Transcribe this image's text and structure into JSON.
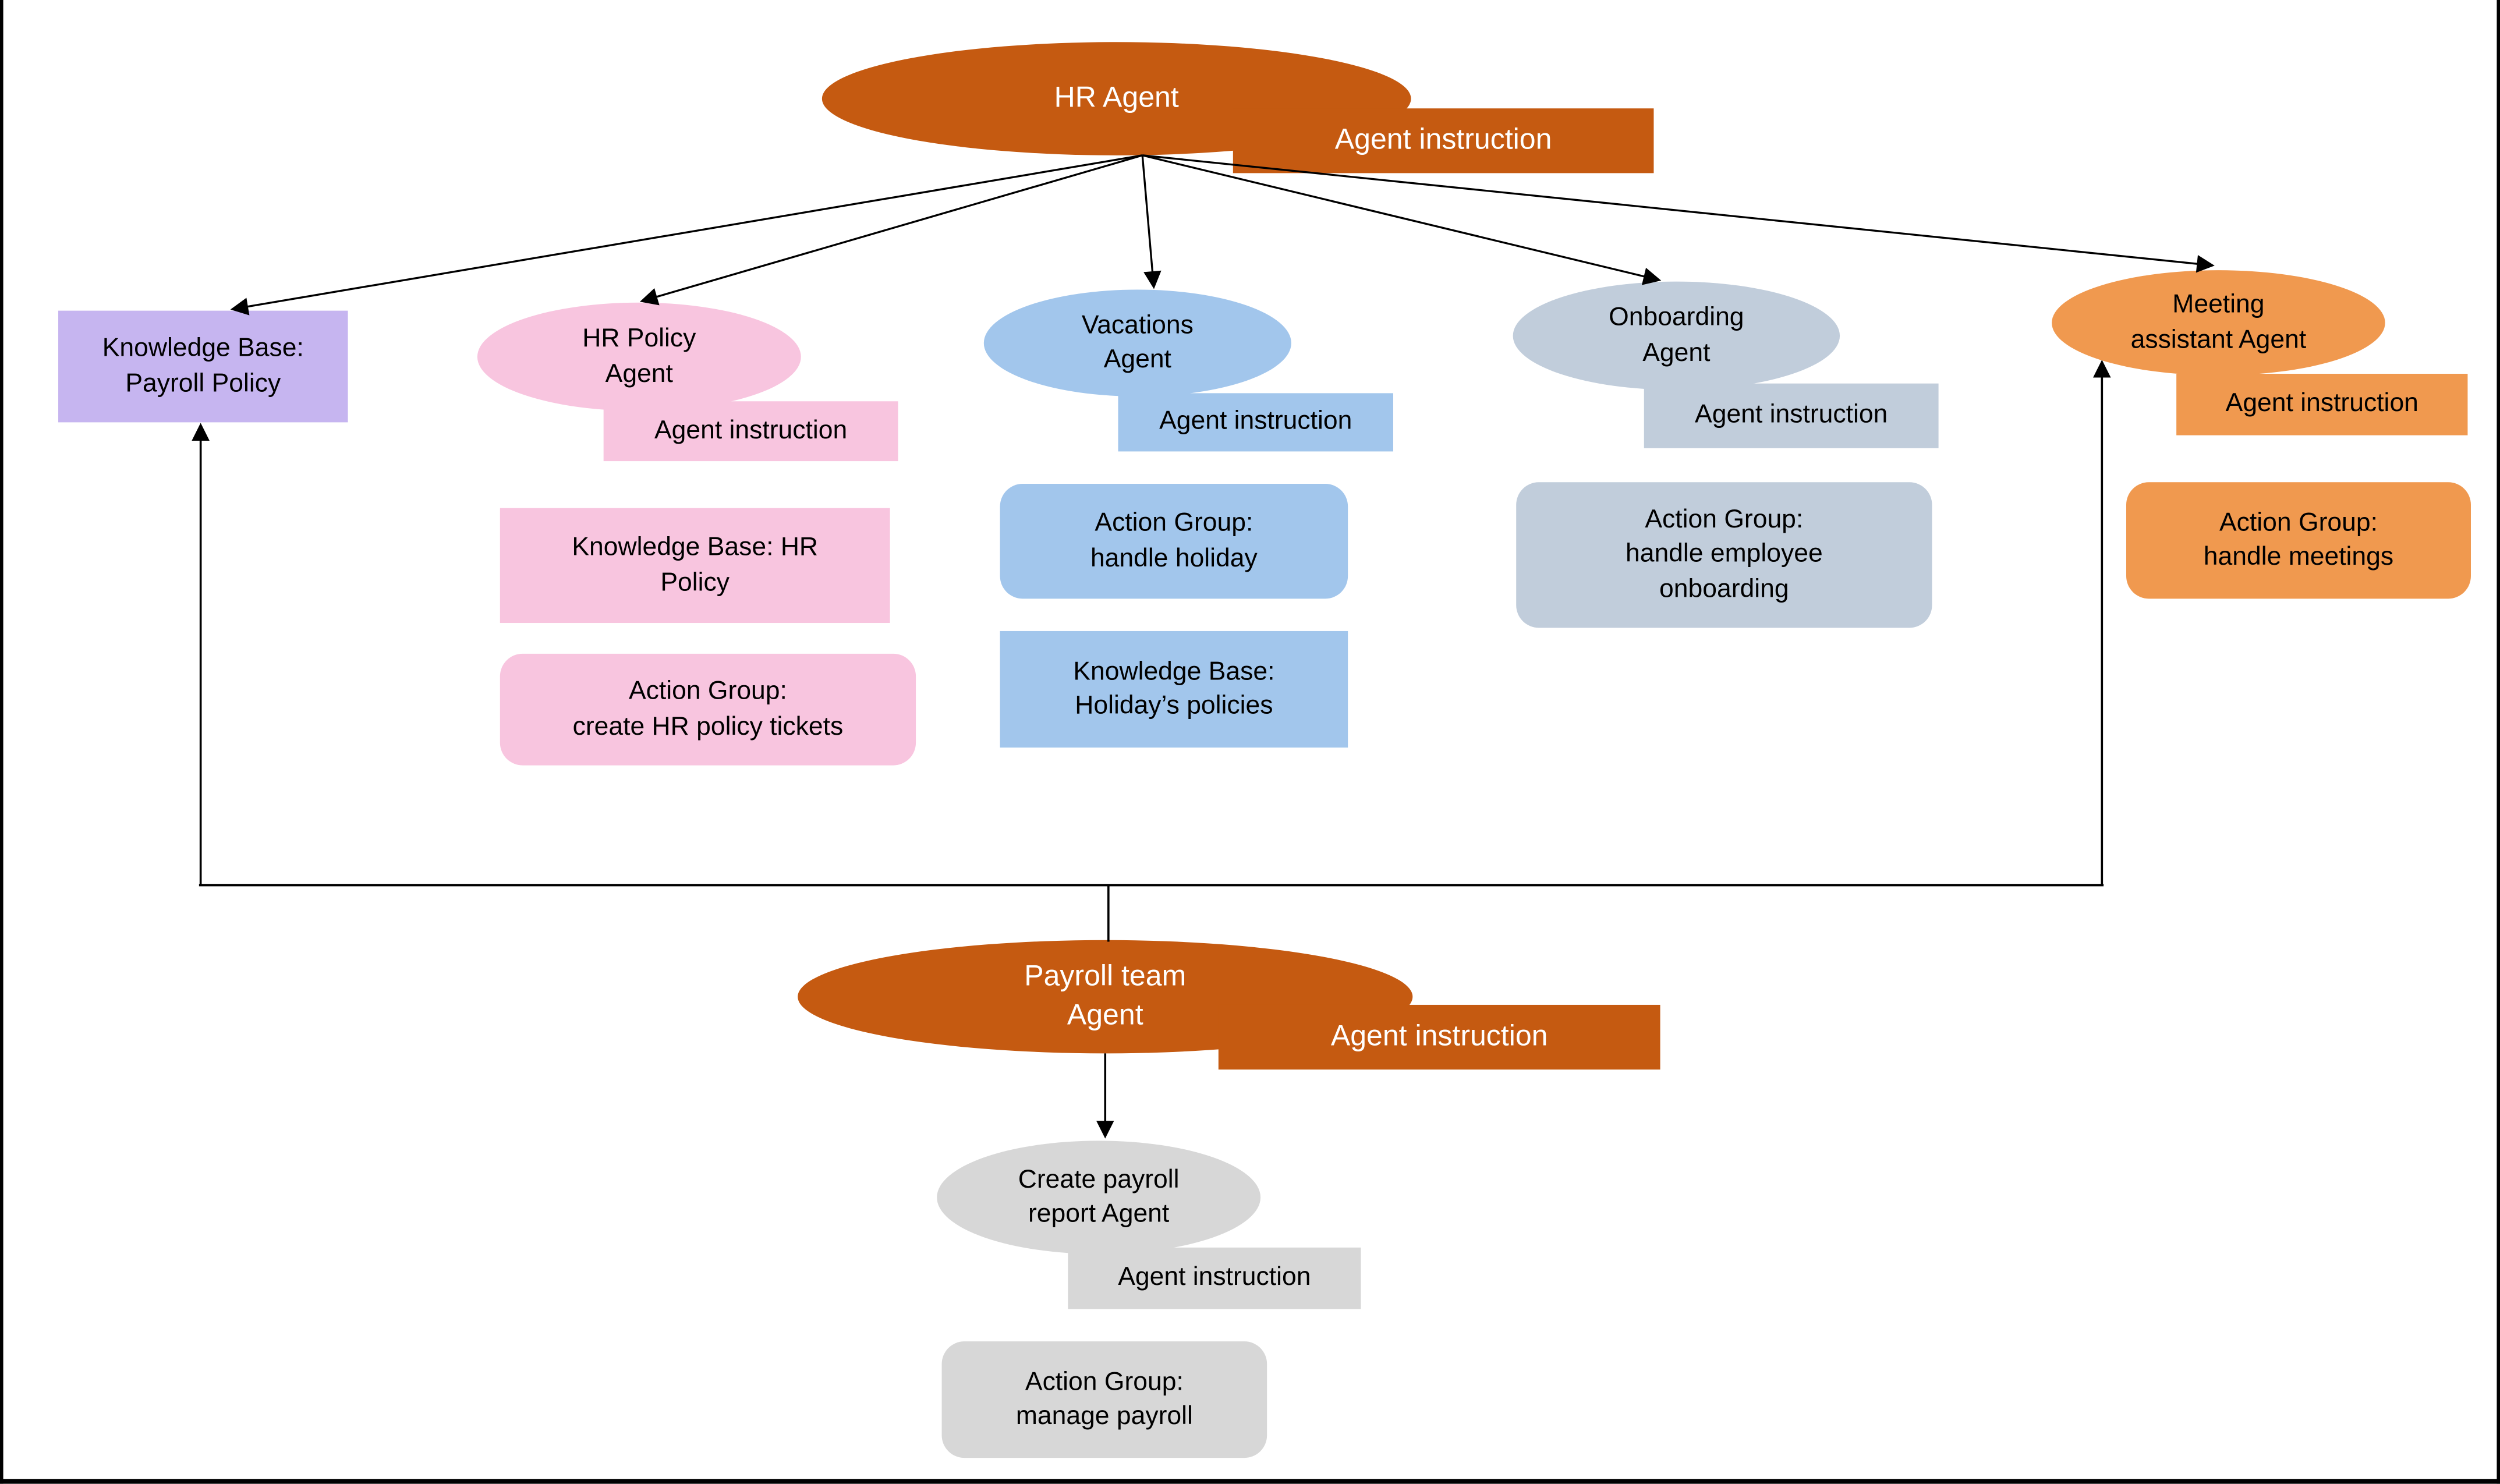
{
  "colors": {
    "dark_orange": "#C55A11",
    "light_orange": "#F0994F",
    "pink": "#F8C5DF",
    "purple": "#C6B5F0",
    "blue": "#A2C6EC",
    "blue_gray": "#C1CDDB",
    "gray": "#D7D7D7",
    "line": "#000000",
    "background": "#FFFFFF"
  },
  "nodes": {
    "hr_agent": {
      "label": "HR Agent",
      "instruction": "Agent instruction"
    },
    "kb_payroll": {
      "label": "Knowledge Base:\nPayroll Policy"
    },
    "hr_policy": {
      "label": "HR Policy\nAgent",
      "instruction": "Agent instruction",
      "kb": "Knowledge Base: HR\nPolicy",
      "action": "Action Group:\ncreate HR policy tickets"
    },
    "vacations": {
      "label": "Vacations\nAgent",
      "instruction": "Agent instruction",
      "action": "Action Group:\nhandle holiday",
      "kb": "Knowledge Base:\nHoliday’s policies"
    },
    "onboarding": {
      "label": "Onboarding\nAgent",
      "instruction": "Agent instruction",
      "action": "Action Group:\nhandle employee\nonboarding"
    },
    "meeting": {
      "label": "Meeting\nassistant Agent",
      "instruction": "Agent instruction",
      "action": "Action Group:\nhandle meetings"
    },
    "payroll_team": {
      "label": "Payroll team\nAgent",
      "instruction": "Agent instruction"
    },
    "create_payroll": {
      "label": "Create payroll\nreport Agent",
      "instruction": "Agent instruction",
      "action": "Action Group:\nmanage payroll"
    }
  }
}
